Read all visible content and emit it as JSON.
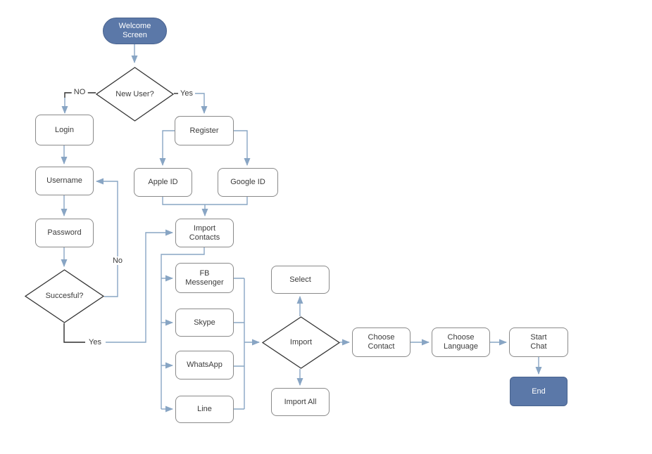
{
  "diagram": {
    "type": "flowchart",
    "colors": {
      "terminal_fill": "#5B78A8",
      "terminal_border": "#48628E",
      "terminal_text": "#FFFFFF",
      "connector": "#88A5C4",
      "dark_line": "#2E2E2E",
      "box_border": "#8A8A8A",
      "diamond_border": "#333333",
      "text": "#3B3B3B",
      "background": "#FFFFFF"
    },
    "nodes": {
      "welcome": {
        "label": "Welcome\nScreen",
        "shape": "terminal"
      },
      "new_user": {
        "label": "New User?",
        "shape": "decision"
      },
      "login": {
        "label": "Login",
        "shape": "process"
      },
      "register": {
        "label": "Register",
        "shape": "process"
      },
      "username": {
        "label": "Username",
        "shape": "process"
      },
      "apple_id": {
        "label": "Apple ID",
        "shape": "process"
      },
      "google_id": {
        "label": "Google ID",
        "shape": "process"
      },
      "password": {
        "label": "Password",
        "shape": "process"
      },
      "import_contacts": {
        "label": "Import\nContacts",
        "shape": "process"
      },
      "succesful": {
        "label": "Succesful?",
        "shape": "decision"
      },
      "fb_messenger": {
        "label": "FB\nMessenger",
        "shape": "process"
      },
      "skype": {
        "label": "Skype",
        "shape": "process"
      },
      "whatsapp": {
        "label": "WhatsApp",
        "shape": "process"
      },
      "line": {
        "label": "Line",
        "shape": "process"
      },
      "select": {
        "label": "Select",
        "shape": "process"
      },
      "import": {
        "label": "Import",
        "shape": "decision"
      },
      "import_all": {
        "label": "Import All",
        "shape": "process"
      },
      "choose_contact": {
        "label": "Choose\nContact",
        "shape": "process"
      },
      "choose_language": {
        "label": "Choose\nLanguage",
        "shape": "process"
      },
      "start_chat": {
        "label": "Start\nChat",
        "shape": "process"
      },
      "end": {
        "label": "End",
        "shape": "terminal"
      }
    },
    "edge_labels": {
      "no_upper": "NO",
      "yes_upper": "Yes",
      "no_retry": "No",
      "yes_lower": "Yes"
    }
  }
}
